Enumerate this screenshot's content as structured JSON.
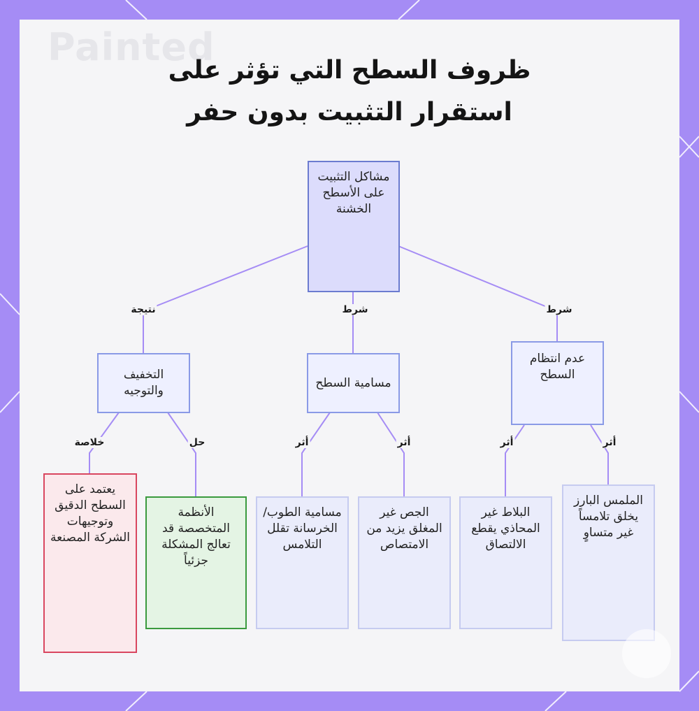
{
  "watermark": "Painted",
  "title": {
    "line1": "ظروف السطح التي تؤثر على",
    "line2": "استقرار التثبيت بدون حفر"
  },
  "nodes": {
    "root": "مشاكل التثبيت على الأسطح الخشنة",
    "mitigation": "التخفيف والتوجيه",
    "porosity": "مسامية السطح",
    "irregularity": "عدم انتظام السطح",
    "depends": "يعتمد على السطح الدقيق وتوجيهات الشركة المصنعة",
    "specialized": "الأنظمة المتخصصة قد تعالج المشكلة جزئياً",
    "brick": "مسامية الطوب/ الخرسانة تقلل التلامس",
    "plaster": "الجص غير المغلق يزيد من الامتصاص",
    "tiles": "البلاط غير المحاذي يقطع الالتصاق",
    "texture": "الملمس البارز يخلق تلامساً غير متساوٍ"
  },
  "edge_labels": {
    "result": "نتيجة",
    "condition": "شرط",
    "conclusion": "خلاصة",
    "solution": "حل",
    "effect": "أثر"
  },
  "colors": {
    "background": "#a58cf5",
    "edge": "#a58cf5",
    "root_fill": "#dcdcfc",
    "red_border": "#d9465f",
    "green_border": "#3a9a3e"
  }
}
